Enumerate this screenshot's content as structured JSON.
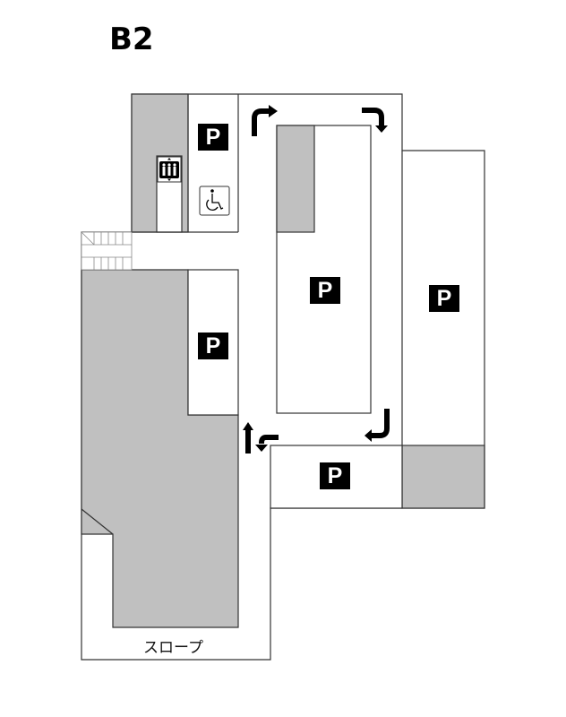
{
  "floor_label": "B2",
  "slope_label": "スロープ",
  "parking_sign": "P",
  "icons": [
    "elevator-icon",
    "wheelchair-accessible-icon",
    "stairs-icon",
    "direction-arrow-icon"
  ],
  "colors": {
    "wall": "#333333",
    "restricted_area": "#c0c0c0",
    "sign": "#000000"
  }
}
